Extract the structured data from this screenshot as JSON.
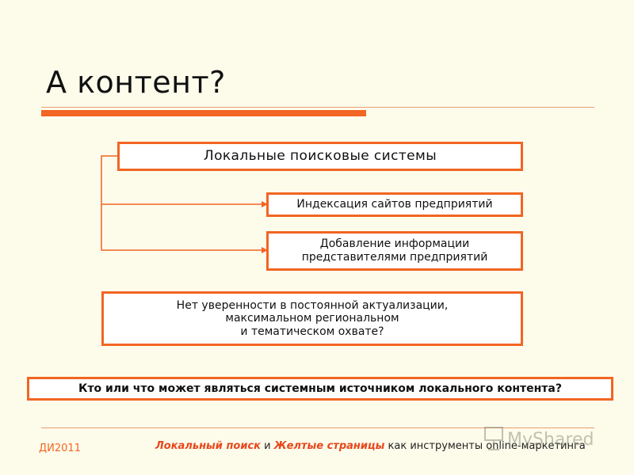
{
  "slide": {
    "title": "А контент?"
  },
  "diagram": {
    "main_box": "Локальные поисковые системы",
    "indexing_box": "Индексация сайтов предприятий",
    "adding_box_lines": [
      "Добавление информации",
      "представителями предприятий"
    ],
    "doubt_box_lines": [
      "Нет уверенности в постоянной актуализации,",
      "максимальном региональном",
      "и тематическом охвате?"
    ],
    "question_box": "Кто или что может являться системным источником локального контента?"
  },
  "footer": {
    "left": "ДИ2011",
    "part1": "Локальный поиск",
    "part2": " и ",
    "part3": "Желтые страницы",
    "part4": " как инструменты online-маркетинга"
  },
  "colors": {
    "accent": "#F26522",
    "background": "#FDFCEB"
  },
  "watermark": {
    "text": "MyShared"
  }
}
